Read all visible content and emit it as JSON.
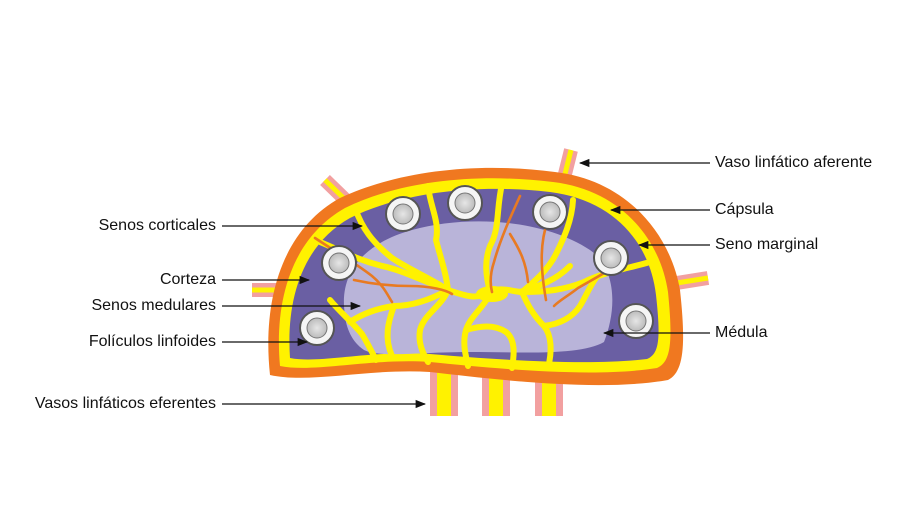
{
  "labels": {
    "vaso_aferente": "Vaso linfático aferente",
    "capsula": "Cápsula",
    "seno_marginal": "Seno marginal",
    "medula": "Médula",
    "senos_corticales": "Senos corticales",
    "corteza": "Corteza",
    "senos_medulares": "Senos medulares",
    "foliculos": "Folículos linfoides",
    "vasos_eferentes": "Vasos linfáticos eferentes"
  },
  "colors": {
    "capsule": "#f07820",
    "sinus": "#fff200",
    "cortex": "#6a5fa3",
    "medulla": "#b9b4d9",
    "vessel_wall": "#f2a0a0",
    "blood_vessel": "#e87a22",
    "follicle_outer": "#555555",
    "follicle_inner": "#e0e0e0"
  },
  "icons": {
    "follicle": "follicle-icon",
    "arrow": "arrow-pointer"
  }
}
